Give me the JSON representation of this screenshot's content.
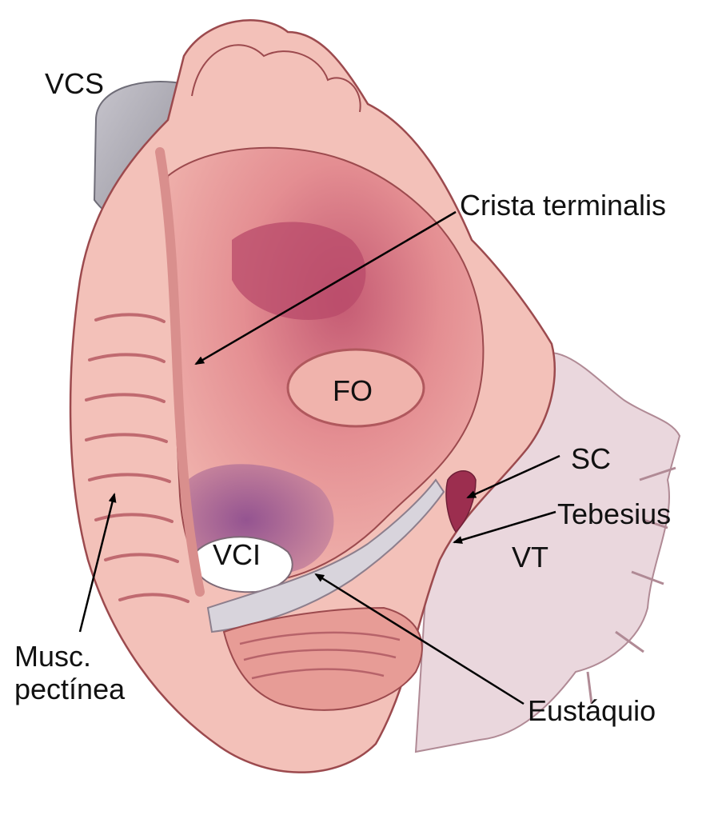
{
  "labels": {
    "vcs": "VCS",
    "crista": "Crista terminalis",
    "fo": "FO",
    "sc": "SC",
    "tebesius": "Tebesius",
    "vt": "VT",
    "vci": "VCI",
    "musc_line1": "Musc.",
    "musc_line2": "pectínea",
    "eustaquio": "Eustáquio"
  },
  "colors": {
    "background": "#ffffff",
    "tissue_light": "#f3c1b9",
    "tissue_mid": "#e79c96",
    "tissue_deep": "#cf6f76",
    "cavity": "#b84a6a",
    "purple": "#8a4a8e",
    "vein_gray": "#a8a6b0",
    "valve_pale": "#ead7dd",
    "outline": "#9c4a4e",
    "text": "#111111",
    "arrow": "#000000"
  }
}
